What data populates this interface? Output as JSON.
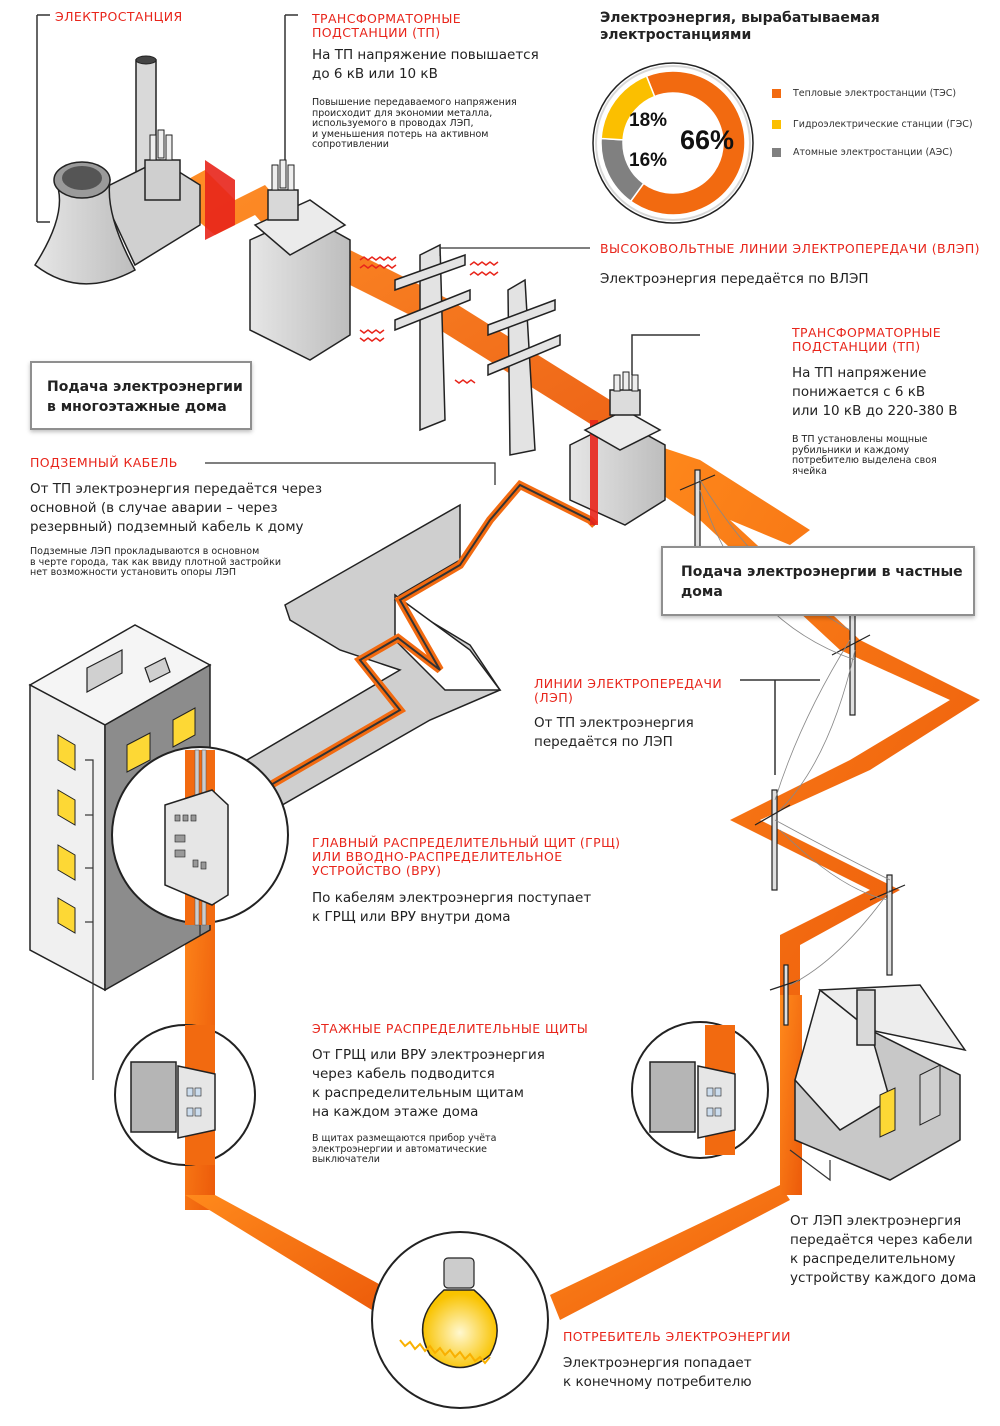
{
  "colors": {
    "accent_red": "#e8251b",
    "cable_orange": "#f26a10",
    "yellow": "#fbbf00",
    "gray": "#808080",
    "window_yellow": "#fdd835"
  },
  "sections": {
    "power_station": {
      "title": "Электростанция"
    },
    "step_up_substation": {
      "title_line1": "Трансформаторные",
      "title_line2": "подстанции (ТП)",
      "text_line1": "На ТП напряжение повышается",
      "text_line2": "до 6 кВ или 10 кВ",
      "note_lines": [
        "Повышение передаваемого напряжения",
        "происходит для экономии металла,",
        "используемого в проводах ЛЭП,",
        "и уменьшения потерь на активном",
        "сопротивлении"
      ]
    },
    "high_voltage_lines": {
      "title": "Высоковольтные линии электропередачи (ВЛЭП)",
      "text": "Электроэнергия передаётся по ВЛЭП"
    },
    "step_down_substation": {
      "title_line1": "Трансформаторные",
      "title_line2": "подстанции (ТП)",
      "text_lines": [
        "На ТП напряжение",
        "понижается с 6 кВ",
        "или 10 кВ до 220-380 В"
      ],
      "note_lines": [
        "В ТП установлены мощные",
        "рубильники и каждому",
        "потребителю выделена своя",
        "ячейка"
      ]
    },
    "apartment_supply_box": {
      "line1": "Подача электроэнергии",
      "line2": "в многоэтажные дома"
    },
    "underground_cable": {
      "title": "Подземный кабель",
      "text_lines": [
        "От ТП электроэнергия передаётся через",
        "основной (в случае аварии – через",
        "резервный) подземный кабель к дому"
      ],
      "note_lines": [
        "Подземные ЛЭП прокладываются в основном",
        "в черте города, так как ввиду плотной застройки",
        "нет возможности установить опоры ЛЭП"
      ]
    },
    "private_supply_box": {
      "line1": "Подача электроэнергии в частные",
      "line2": "дома"
    },
    "power_lines": {
      "title_line1": "Линии электропередачи",
      "title_line2": "(ЛЭП)",
      "text_lines": [
        "От ТП электроэнергия",
        "передаётся по ЛЭП"
      ]
    },
    "main_switchboard": {
      "title_lines": [
        "Главный распределительный щит (ГРЩ)",
        "или вводно-распределительное",
        "устройство (ВРУ)"
      ],
      "text_lines": [
        "По кабелям электроэнергия поступает",
        "к ГРЩ или ВРУ внутри дома"
      ]
    },
    "floor_panels": {
      "title": "Этажные распределительные щиты",
      "text_lines": [
        "От ГРЩ или ВРУ электроэнергия",
        "через кабель подводится",
        "к распределительным щитам",
        "на каждом этаже дома"
      ],
      "note_lines": [
        "В щитах размещаются прибор учёта",
        "электроэнергии и автоматические",
        "выключатели"
      ]
    },
    "private_house": {
      "text_lines": [
        "От ЛЭП электроэнергия",
        "передаётся через кабели",
        "к распределительному",
        "устройству каждого дома"
      ]
    },
    "consumer": {
      "title": "Потребитель электроэнергии",
      "text_lines": [
        "Электроэнергия попадает",
        "к конечному потребителю"
      ]
    }
  },
  "chart_data": {
    "type": "pie",
    "title": "Электроэнергия, вырабатываемая электростанциями",
    "categories": [
      "Тепловые электростанции (ТЭС)",
      "Гидроэлектрические станции (ГЭС)",
      "Атомные электростанции (АЭС)"
    ],
    "values": [
      66,
      18,
      16
    ],
    "labels": [
      "66%",
      "18%",
      "16%"
    ],
    "colors": [
      "#f26a10",
      "#fbbf00",
      "#808080"
    ],
    "legend": "right",
    "donut": true
  }
}
